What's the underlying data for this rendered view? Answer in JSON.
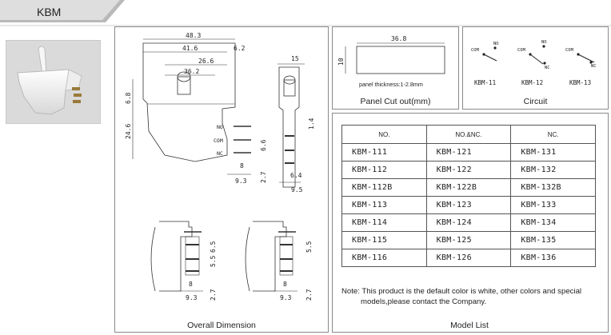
{
  "header": {
    "title": "KBM"
  },
  "panels": {
    "overall_dimension": "Overall Dimension",
    "panel_cutout": "Panel  Cut out(mm)",
    "circuit": "Circuit",
    "model_list": "Model List"
  },
  "dimensions": {
    "total_length": "48.3",
    "length_416": "41.6",
    "length_266": "26.6",
    "length_362": "36.2",
    "top_62": "6.2",
    "side_width": "15",
    "height_246": "24.6",
    "height_68": "6.8",
    "no_label": "NO",
    "com_label": "COM",
    "nc_label": "NC",
    "pin_66": "6.6",
    "pin_8": "8",
    "pin_93": "9.3",
    "pin_27": "2.7",
    "side_14": "1.4",
    "side_64": "6.4",
    "side_95": "9.5",
    "lower_65": "6.5",
    "lower_55": "5.5",
    "lower_55b": "5.5",
    "lower_8": "8",
    "lower_93": "9.3",
    "lower_27": "2.7",
    "lower_8b": "8",
    "lower_93b": "9.3",
    "lower_27b": "2.7"
  },
  "cutout": {
    "width": "36.8",
    "height": "10",
    "thickness_note": "panel thickness:1-2.8mm"
  },
  "circuit": {
    "items": [
      {
        "model": "KBM-11",
        "labels": [
          "COM",
          "NO"
        ]
      },
      {
        "model": "KBM-12",
        "labels": [
          "COM",
          "NO",
          "NC"
        ]
      },
      {
        "model": "KBM-13",
        "labels": [
          "COM",
          "NC"
        ]
      }
    ]
  },
  "model_table": {
    "headers": [
      "NO.",
      "NO.&NC.",
      "NC."
    ],
    "rows": [
      [
        "KBM-111",
        "KBM-121",
        "KBM-131"
      ],
      [
        "KBM-112",
        "KBM-122",
        "KBM-132"
      ],
      [
        "KBM-112B",
        "KBM-122B",
        "KBM-132B"
      ],
      [
        "KBM-113",
        "KBM-123",
        "KBM-133"
      ],
      [
        "KBM-114",
        "KBM-124",
        "KBM-134"
      ],
      [
        "KBM-115",
        "KBM-125",
        "KBM-135"
      ],
      [
        "KBM-116",
        "KBM-126",
        "KBM-136"
      ]
    ]
  },
  "note": {
    "line1": "Note: This product is the default color is white, other colors and special",
    "line2": "models,please contact the Company."
  },
  "colors": {
    "tab_bg": "#d9d9d9",
    "tab_shadow": "#b5b5b5",
    "panel_border": "#8a8a8a"
  }
}
